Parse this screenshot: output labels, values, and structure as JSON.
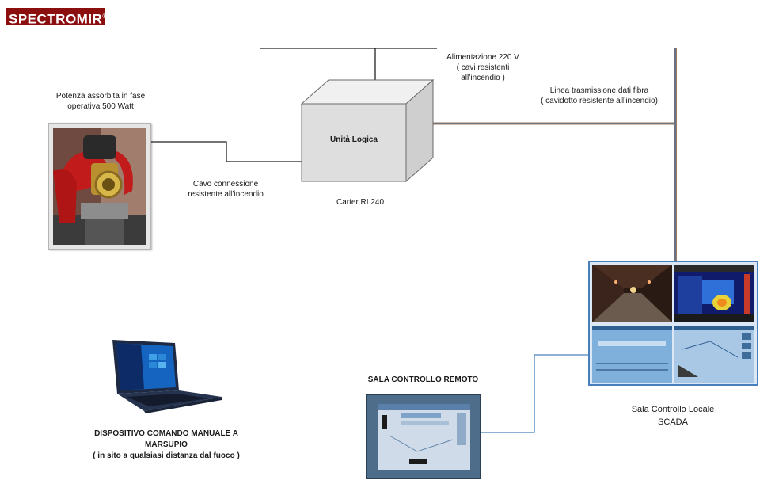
{
  "logo": {
    "text": "SPECTROMIR",
    "mark": "®"
  },
  "labels": {
    "power": [
      "Potenza assorbita in fase",
      "operativa 500 Watt"
    ],
    "supply": [
      "Alimentazione 220 V",
      "( cavi resistenti",
      "all’incendio )"
    ],
    "fiber": [
      "Linea trasmissione dati fibra",
      "( cavidotto resistente all’incendio)"
    ],
    "logic_unit": "Unità Logica",
    "cable": [
      "Cavo connessione",
      "resistente all’incendio"
    ],
    "carter": "Carter RI 240",
    "remote_room": "SALA CONTROLLO REMOTO",
    "local_room": [
      "Sala Controllo Locale",
      "SCADA"
    ],
    "device": [
      "DISPOSITIVO COMANDO MANUALE A",
      "MARSUPIO",
      "( in sito a qualsiasi distanza dal fuoco )"
    ]
  },
  "images": {
    "monitor": "fire-monitor-nozzle-photo",
    "laptop": "laptop-computer",
    "remote_panel": "remote-control-touch-panel",
    "scada": "scada-screens-grid"
  },
  "colors": {
    "logo_bg": "#8b0f0f",
    "fiber_line": "#9b7a63",
    "scada_border": "#4a7fbd",
    "link_line": "#4a7fbd"
  }
}
